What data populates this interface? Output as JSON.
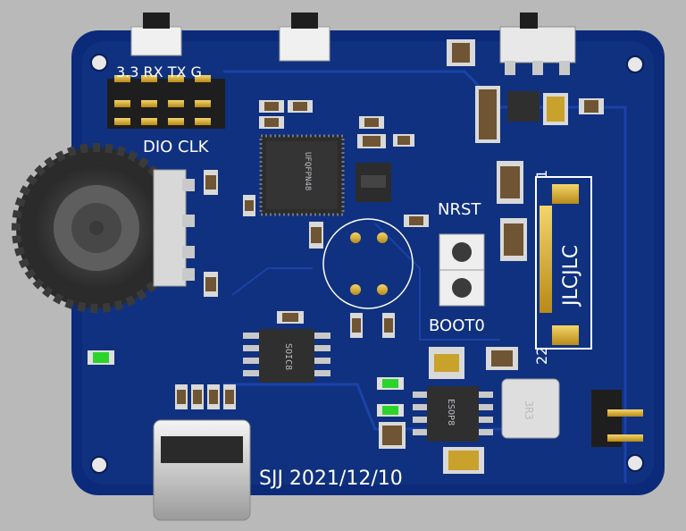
{
  "board": {
    "header_label": "3.3 RX TX G",
    "debug_label": "DIO CLK",
    "nrst_label": "NRST",
    "boot0_label": "BOOT0",
    "jlc_label": "JLCJLC",
    "pin1_label": "1",
    "pin22_label": "22",
    "signature": "SJJ 2021/12/10",
    "mcu_marking": "UFQFPN48",
    "soic_marking": "SOIC8",
    "esop_marking": "ESOP8",
    "inductor_marking": "3R3"
  },
  "colors": {
    "background": "#b9b9b9",
    "board": "#0b2a7a",
    "copper": "#13389a",
    "silk": "#ffffff",
    "pad": "#c8a22b",
    "led_green": "#2bd42b"
  }
}
